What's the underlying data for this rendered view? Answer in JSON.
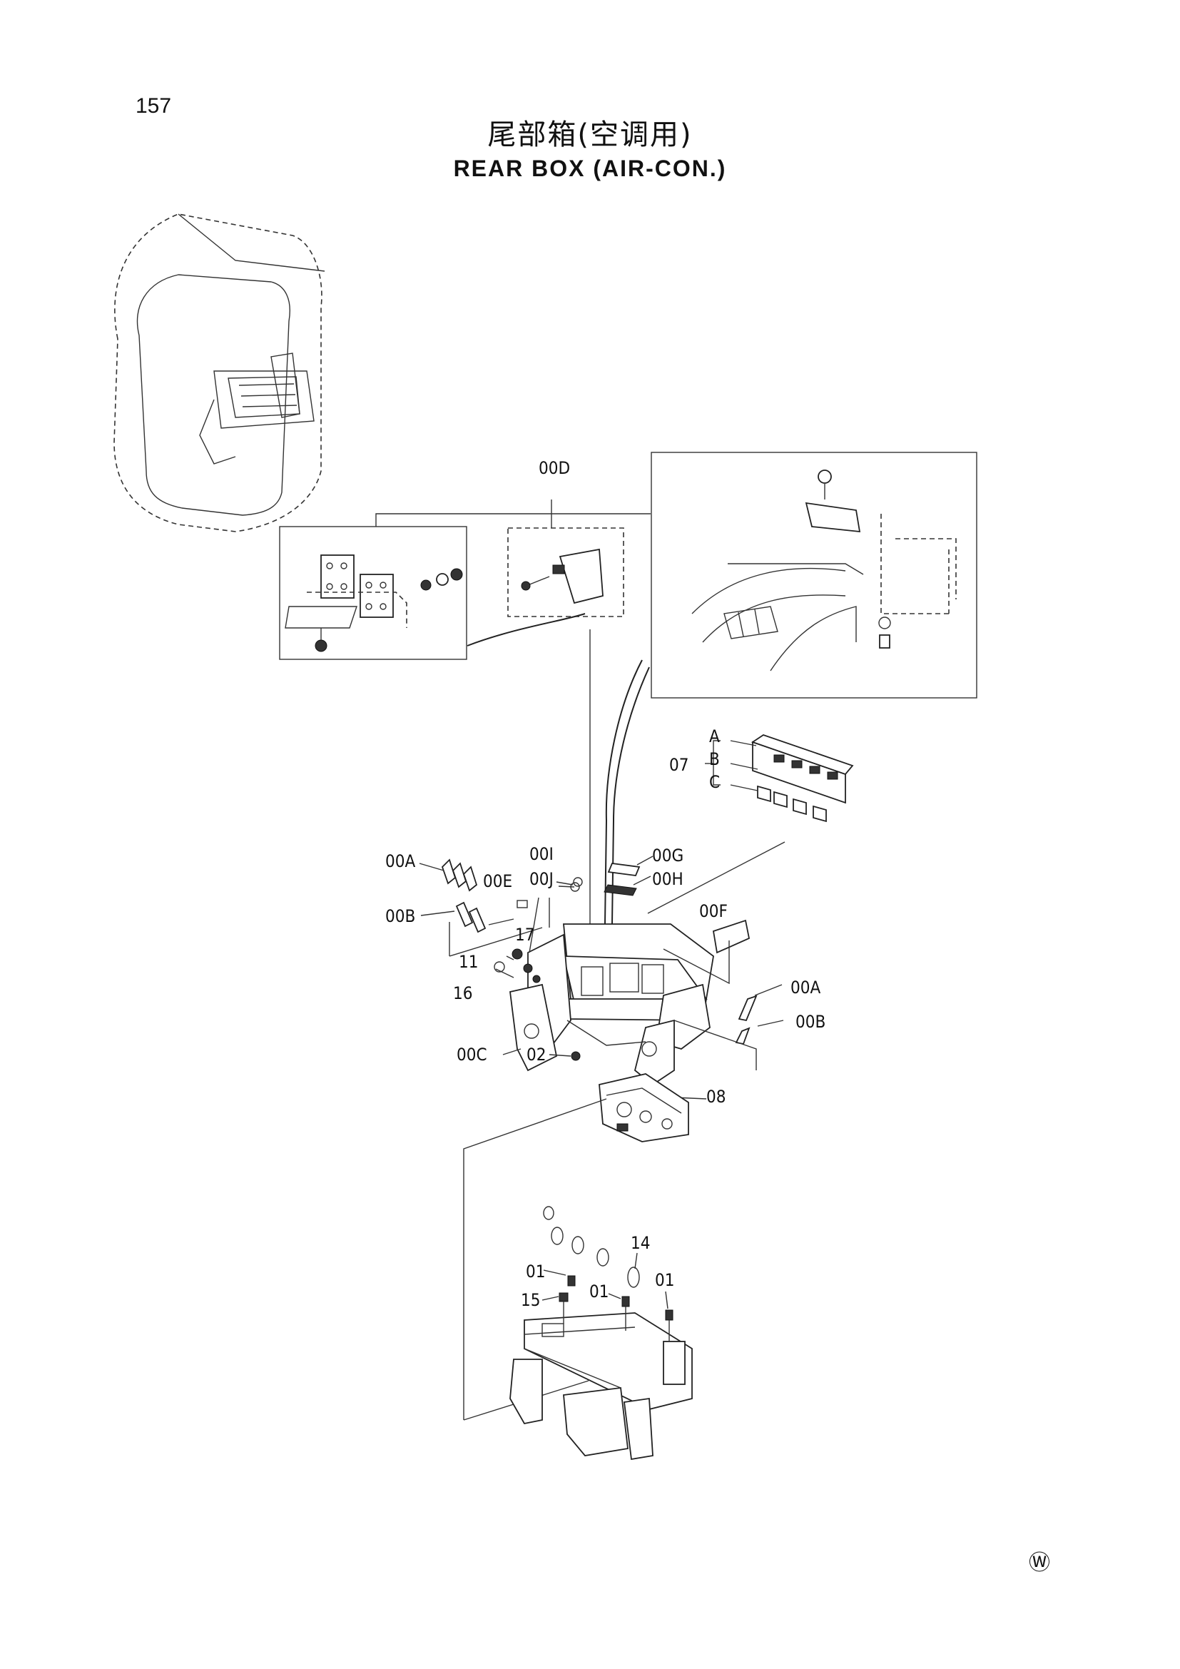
{
  "page_number": "157",
  "title_cn": "尾部箱(空调用)",
  "title_en": "REAR BOX (AIR-CON.)",
  "corner_mark": "Ⓦ",
  "callouts": {
    "c00D": "00D",
    "c07": "07",
    "cA": "A",
    "cB": "B",
    "cC": "C",
    "c00A_left": "00A",
    "c00B_left": "00B",
    "c00E": "00E",
    "c00I": "00I",
    "c00J": "00J",
    "c00G": "00G",
    "c00H": "00H",
    "c00F": "00F",
    "c17": "17",
    "c11": "11",
    "c16": "16",
    "c00A_right": "00A",
    "c00B_right": "00B",
    "c00C": "00C",
    "c02": "02",
    "c08": "08",
    "c14": "14",
    "c01_a": "01",
    "c15": "15",
    "c01_b": "01",
    "c01_c": "01"
  }
}
